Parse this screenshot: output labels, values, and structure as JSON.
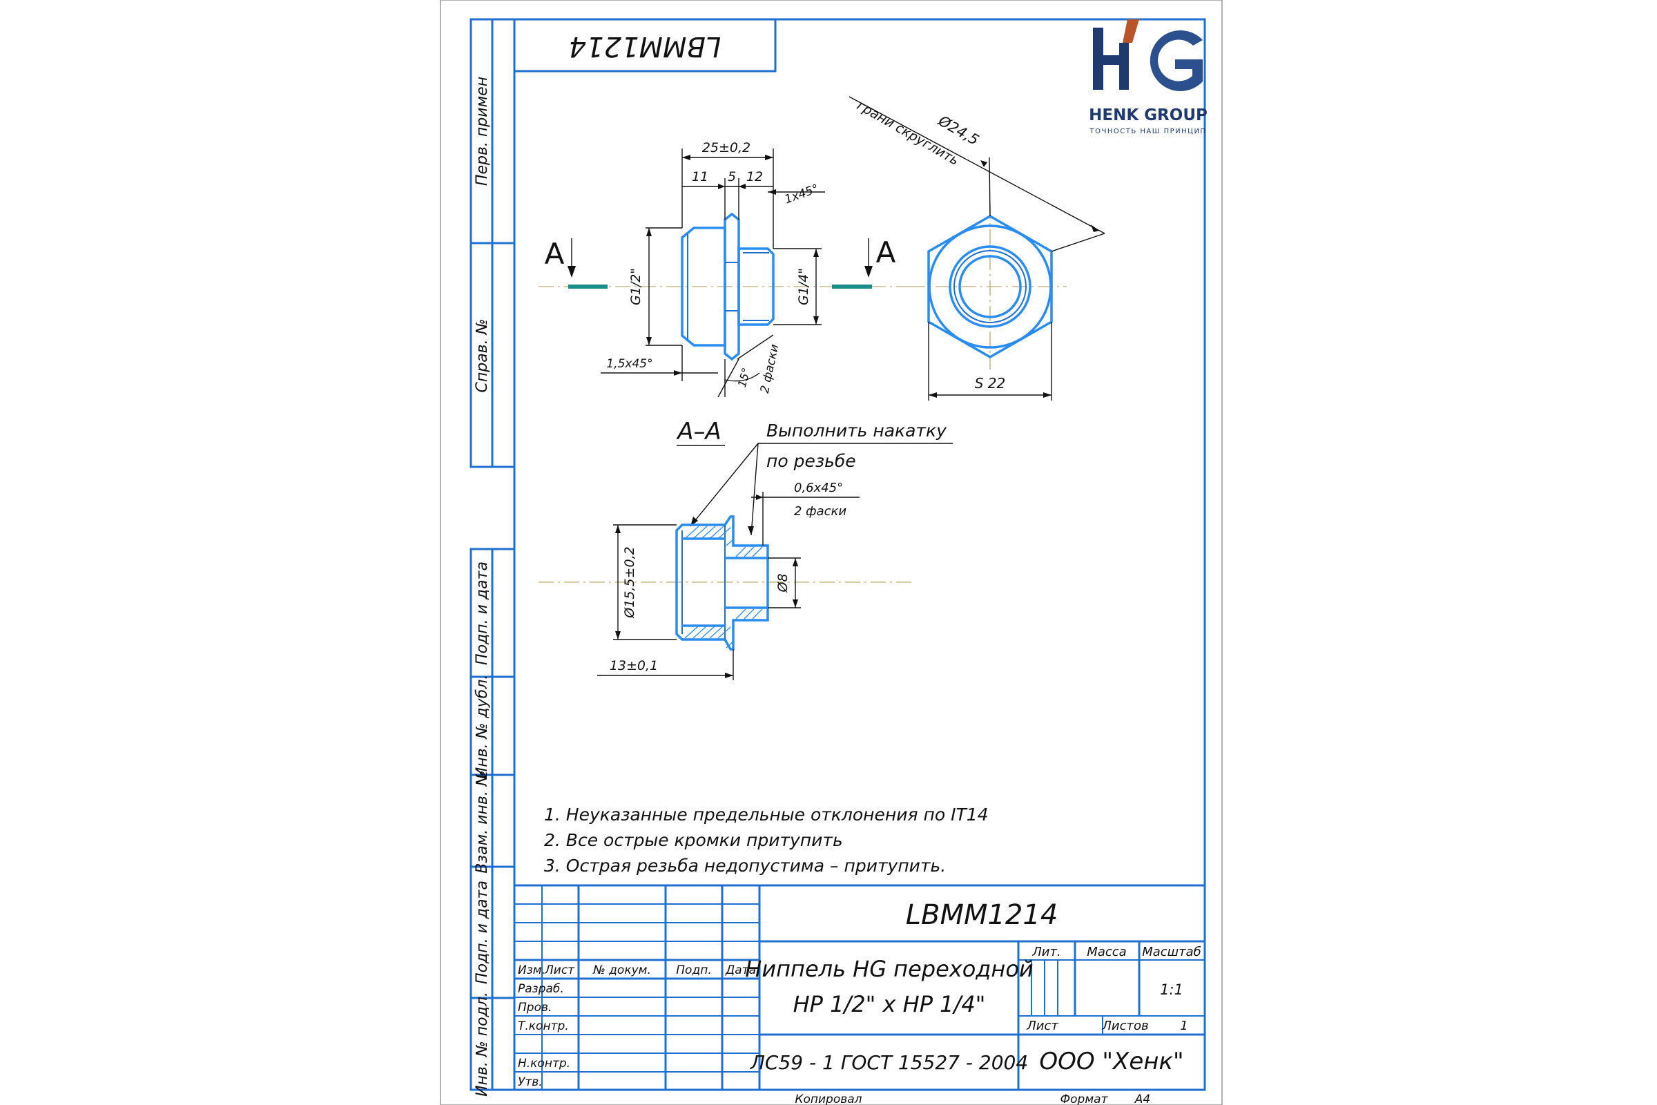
{
  "stamp_rotated": "LBMM1214",
  "logo": {
    "brand": "HENK GROUP",
    "tagline": "ТОЧНОСТЬ НАШ ПРИНЦИП",
    "letters": "HG",
    "colors": {
      "primary": "#1e3a6e",
      "accent": "#b8552a"
    }
  },
  "side_column": {
    "perv_primen": "Перв. примен",
    "sprav_no": "Справ. №",
    "podp_data_1": "Подп. и дата",
    "inv_dubl": "Инв. № дубл.",
    "vzam_inv": "Взам. инв. №",
    "podp_data_2": "Подп. и дата",
    "inv_podl": "Инв. № подл."
  },
  "main_view": {
    "dims": {
      "overall": "25±0,2",
      "d11": "11",
      "d5": "5",
      "d12": "12",
      "chamfer_right": "1x45°",
      "thread_big": "G1/2\"",
      "thread_small": "G1/4\"",
      "chamfer_left": "1,5x45°",
      "angle": "15°",
      "chamfers_note": "2 фаски"
    },
    "section_letter_left": "A",
    "section_letter_right": "A"
  },
  "end_view": {
    "diameter": "Ø24,5",
    "note": "грани скруглить",
    "across_flats": "S 22"
  },
  "section": {
    "title": "А–А",
    "knurl_line1": "Выполнить накатку",
    "knurl_line2": "по резьбе",
    "chamfer": "0,6x45°",
    "chamfers_note": "2 фаски",
    "dia_outer": "Ø15,5±0,2",
    "dia_inner": "Ø8",
    "length": "13±0,1"
  },
  "notes": [
    "1. Неуказанные предельные отклонения по IT14",
    "2. Все острые кромки притупить",
    "3. Острая резьба недопустима – притупить."
  ],
  "title_block": {
    "designation": "LBMM1214",
    "name_line1": "Ниппель HG переходной",
    "name_line2": "НР 1/2\" x НР 1/4\"",
    "material": "ЛС59 - 1 ГОСТ 15527 - 2004",
    "company": "ООО \"Хенк\"",
    "lit": "Лит.",
    "massa": "Масса",
    "masshtab": "Масштаб",
    "scale": "1:1",
    "list": "Лист",
    "listov": "Листов",
    "listov_value": "1",
    "col_izm": "Изм.",
    "col_list": "Лист",
    "col_doc": "№ докум.",
    "col_podp": "Подп.",
    "col_data": "Дата",
    "row_razrab": "Разраб.",
    "row_prov": "Пров.",
    "row_tkontr": "Т.контр.",
    "row_nkontr": "Н.контр.",
    "row_utv": "Утв.",
    "kopiroval": "Копировал",
    "format_label": "Формат",
    "format_value": "A4"
  }
}
